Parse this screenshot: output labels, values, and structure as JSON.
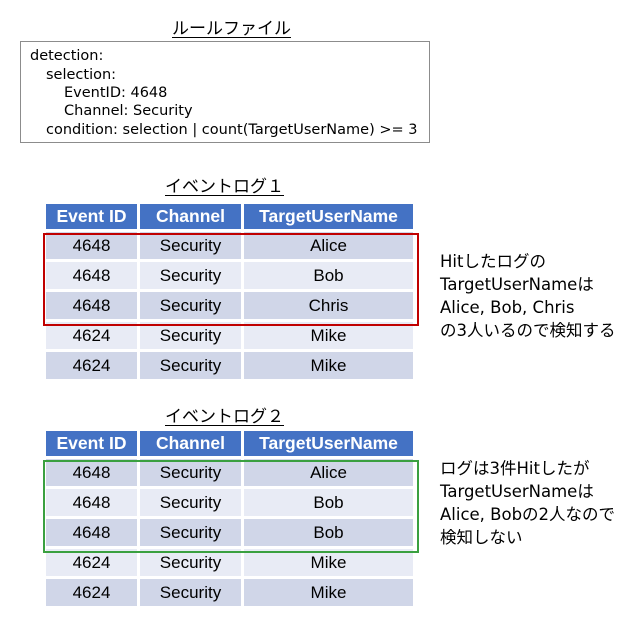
{
  "rule": {
    "title": "ルールファイル",
    "lines": [
      "detection:",
      "selection:",
      "EventID: 4648",
      "Channel: Security",
      "condition: selection | count(TargetUserName) >= 3"
    ]
  },
  "logs": [
    {
      "title": "イベントログ１",
      "headers": [
        "Event ID",
        "Channel",
        "TargetUserName"
      ],
      "rows": [
        [
          "4648",
          "Security",
          "Alice"
        ],
        [
          "4648",
          "Security",
          "Bob"
        ],
        [
          "4648",
          "Security",
          "Chris"
        ],
        [
          "4624",
          "Security",
          "Mike"
        ],
        [
          "4624",
          "Security",
          "Mike"
        ]
      ],
      "highlight_color": "#c00000",
      "note": [
        "Hitしたログの",
        "TargetUserNameは",
        "Alice, Bob, Chris",
        "の3人いるので検知する"
      ]
    },
    {
      "title": "イベントログ２",
      "headers": [
        "Event ID",
        "Channel",
        "TargetUserName"
      ],
      "rows": [
        [
          "4648",
          "Security",
          "Alice"
        ],
        [
          "4648",
          "Security",
          "Bob"
        ],
        [
          "4648",
          "Security",
          "Bob"
        ],
        [
          "4624",
          "Security",
          "Mike"
        ],
        [
          "4624",
          "Security",
          "Mike"
        ]
      ],
      "highlight_color": "#3aa040",
      "note": [
        "ログは3件Hitしたが",
        "TargetUserNameは",
        "Alice, Bobの2人なので",
        "検知しない"
      ]
    }
  ],
  "colors": {
    "header_bg": "#4472c4",
    "row_bg_odd": "#d0d6e8",
    "row_bg_even": "#e8ebf5"
  }
}
